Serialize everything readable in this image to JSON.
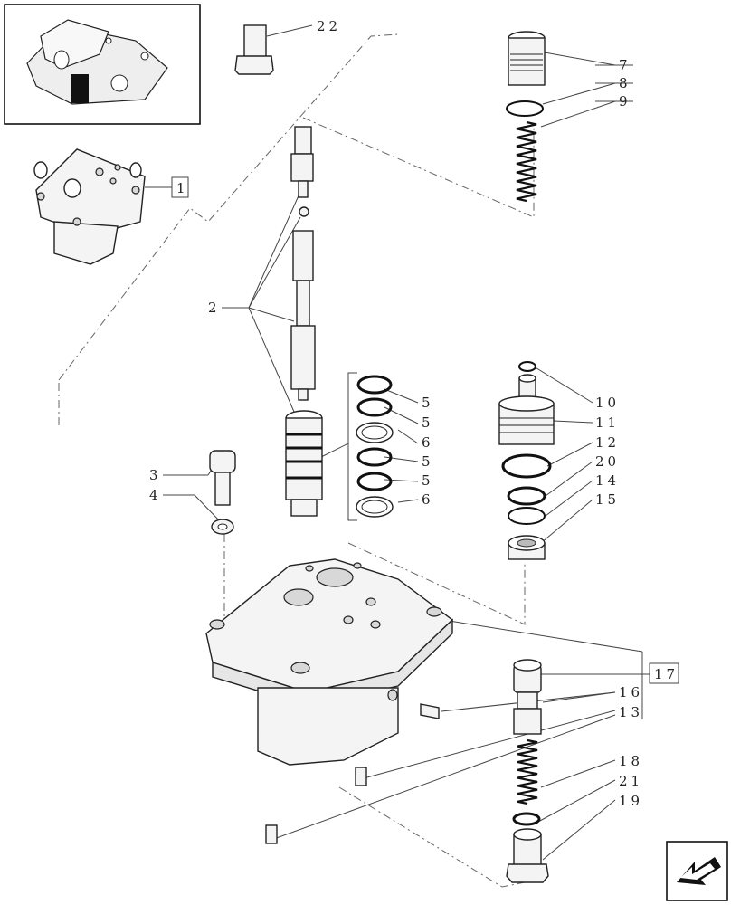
{
  "callouts": {
    "c22": "22",
    "c7": "7",
    "c8": "8",
    "c9": "9",
    "c1": "1",
    "c2": "2",
    "c5a": "5",
    "c5b": "5",
    "c6a": "6",
    "c5c": "5",
    "c5d": "5",
    "c6b": "6",
    "c10": "10",
    "c11": "11",
    "c12": "12",
    "c20": "20",
    "c14": "14",
    "c15": "15",
    "c3": "3",
    "c4": "4",
    "c17": "17",
    "c16": "16",
    "c13": "13",
    "c18": "18",
    "c21": "21",
    "c19": "19"
  },
  "icons": {
    "thumbnail": "assembly-thumbnail-icon",
    "nav": "arrow-icon"
  }
}
